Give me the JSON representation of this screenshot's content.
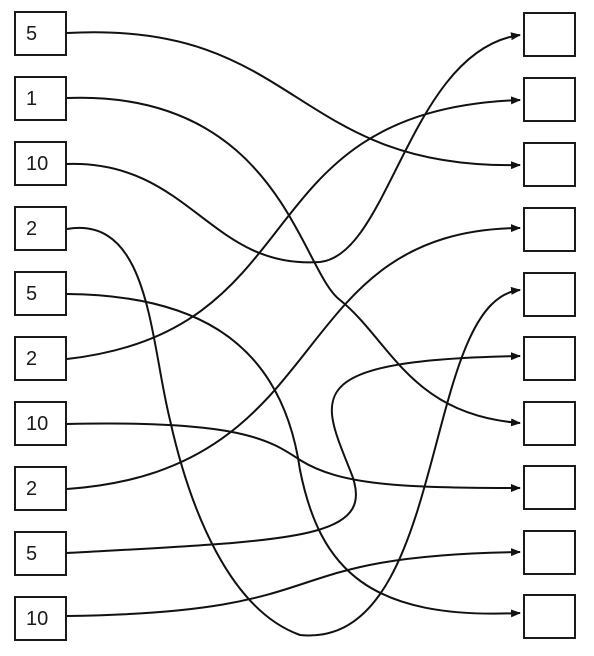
{
  "left_boxes": [
    {
      "label": "5"
    },
    {
      "label": "1"
    },
    {
      "label": "10"
    },
    {
      "label": "2"
    },
    {
      "label": "5"
    },
    {
      "label": "2"
    },
    {
      "label": "10"
    },
    {
      "label": "2"
    },
    {
      "label": "5"
    },
    {
      "label": "10"
    }
  ],
  "right_boxes": [
    {
      "label": ""
    },
    {
      "label": ""
    },
    {
      "label": ""
    },
    {
      "label": ""
    },
    {
      "label": ""
    },
    {
      "label": ""
    },
    {
      "label": ""
    },
    {
      "label": ""
    },
    {
      "label": ""
    },
    {
      "label": ""
    }
  ],
  "connections": [
    {
      "from": 0,
      "to": 2
    },
    {
      "from": 1,
      "to": 6
    },
    {
      "from": 2,
      "to": 0
    },
    {
      "from": 3,
      "to": 4
    },
    {
      "from": 4,
      "to": 9
    },
    {
      "from": 5,
      "to": 1
    },
    {
      "from": 6,
      "to": 7
    },
    {
      "from": 7,
      "to": 3
    },
    {
      "from": 8,
      "to": 5
    },
    {
      "from": 9,
      "to": 8
    }
  ]
}
